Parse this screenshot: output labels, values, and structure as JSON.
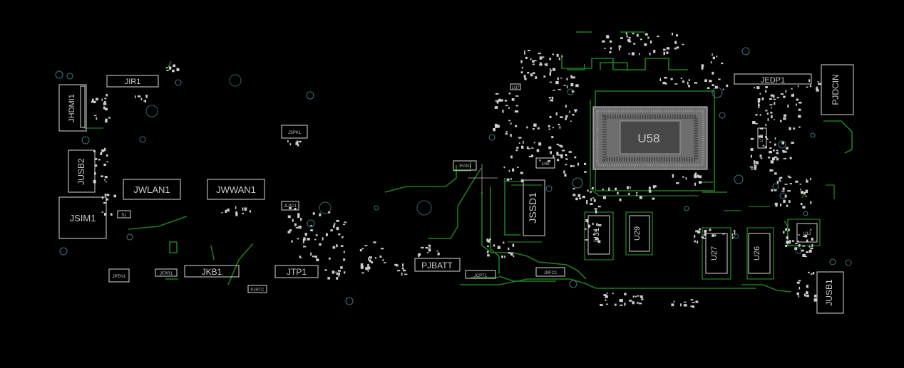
{
  "board": {
    "background": "#000000",
    "colors": {
      "silkscreen": "#d9d9d9",
      "trace": "#1e7d1e",
      "via": "#3d6e7a"
    },
    "components": {
      "JIR1": "JIR1",
      "JHDMI1": "JHDMI1",
      "JUSB2": "JUSB2",
      "JWLAN1": "JWLAN1",
      "JWWAN1": "JWWAN1",
      "JSIM1": "JSIM1",
      "S1": "S1",
      "JSPK1": "JSPK1",
      "JLPC1": "JLPC1",
      "JPEN1": "JPEN1",
      "JFPR1": "JFPR1",
      "JKB1": "JKB1",
      "JTP1": "JTP1",
      "PJRTC": "PJRTC",
      "PJBATT": "PJBATT",
      "JCPT1": "JCPT1",
      "JNFC1": "JNFC1",
      "JFAN1": "JFAN1",
      "U49": "U49",
      "JSSD1": "JSSD1",
      "U58": "U58",
      "U31": "U31",
      "U29": "U29",
      "U27": "U27",
      "U26": "U26",
      "JEDP1": "JEDP1",
      "PJDCIN": "PJDCIN",
      "U13": "U13",
      "JUSB1": "JUSB1",
      "U72": "U72",
      "U37": "U37"
    }
  }
}
